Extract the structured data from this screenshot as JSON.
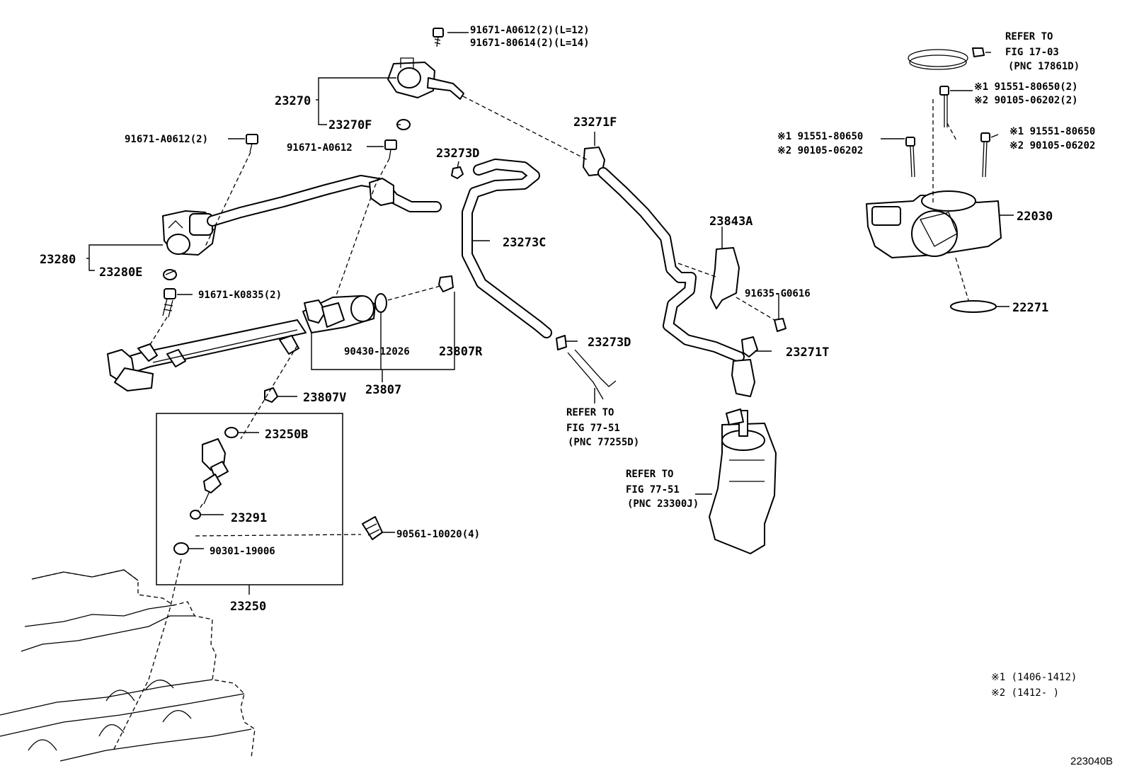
{
  "labels": {
    "l_91671_a0612_2_l12": "91671-A0612(2)(L=12)",
    "l_91671_80614": "91671-80614(2)(L=14)",
    "l_23270": "23270",
    "l_23270f": "23270F",
    "l_91671_a0612_2": "91671-A0612(2)",
    "l_91671_a0612": "91671-A0612",
    "l_23273d_top": "23273D",
    "l_23271f": "23271F",
    "l_refer_fig1703_a": "REFER TO",
    "l_refer_fig1703_b": "FIG 17-03",
    "l_refer_fig1703_c": "(PNC 17861D)",
    "l_x1_top": "※1 91551-80650(2)",
    "l_x2_top": "※2 90105-06202(2)",
    "l_x1_left": "※1 91551-80650",
    "l_x2_left": "※2 90105-06202",
    "l_x1_right": "※1 91551-80650",
    "l_x2_right": "※2 90105-06202",
    "l_22030": "22030",
    "l_22271": "22271",
    "l_23843a": "23843A",
    "l_91635": "91635-G0616",
    "l_23271t": "23271T",
    "l_23273c": "23273C",
    "l_23273d_bot": "23273D",
    "l_23280": "23280",
    "l_23280e": "23280E",
    "l_91671_k0835": "91671-K0835(2)",
    "l_90430": "90430-12026",
    "l_23807r": "23807R",
    "l_23807": "23807",
    "l_23807v": "23807V",
    "l_23250b": "23250B",
    "l_23291": "23291",
    "l_90561": "90561-10020(4)",
    "l_90301": "90301-19006",
    "l_23250": "23250",
    "l_refer_fig7751_a": "REFER TO",
    "l_refer_fig7751_b": "FIG 77-51",
    "l_refer_fig7751_c": "(PNC 77255D)",
    "l_refer_fig7751_2a": "REFER TO",
    "l_refer_fig7751_2b": "FIG 77-51",
    "l_refer_fig7751_2c": "(PNC 23300J)",
    "l_note1": "※1 (1406-1412)",
    "l_note2": "※2 (1412-      )",
    "l_code": "223040B"
  }
}
